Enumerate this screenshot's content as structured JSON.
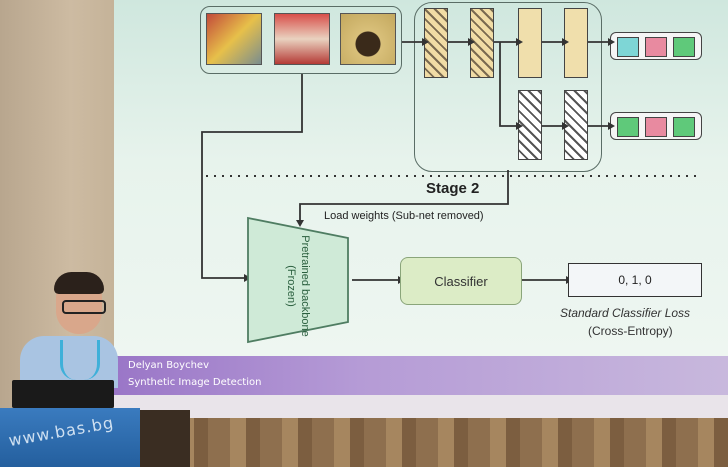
{
  "slide": {
    "stage_label": "Stage 2",
    "load_weights_label": "Load weights (Sub-net removed)",
    "backbone_label": "Pretrained backbone (Frozen)",
    "classifier_label": "Classifier",
    "target_vector": "0, 1, 0",
    "loss_line1": "Standard Classifier Loss",
    "loss_line2": "(Cross-Entropy)",
    "footer_name": "Delyan Boychev",
    "footer_title": "Synthetic Image Detection"
  },
  "podium": {
    "text": "www.bas.bg"
  },
  "colors": {
    "slide_bg": "#e7f3ec",
    "footer_purple": "#9a76c7",
    "classifier_fill": "#dcecc6",
    "cyan_cell": "#7ed6d6",
    "pink_cell": "#e88aa0",
    "green_cell": "#5fc97a"
  }
}
